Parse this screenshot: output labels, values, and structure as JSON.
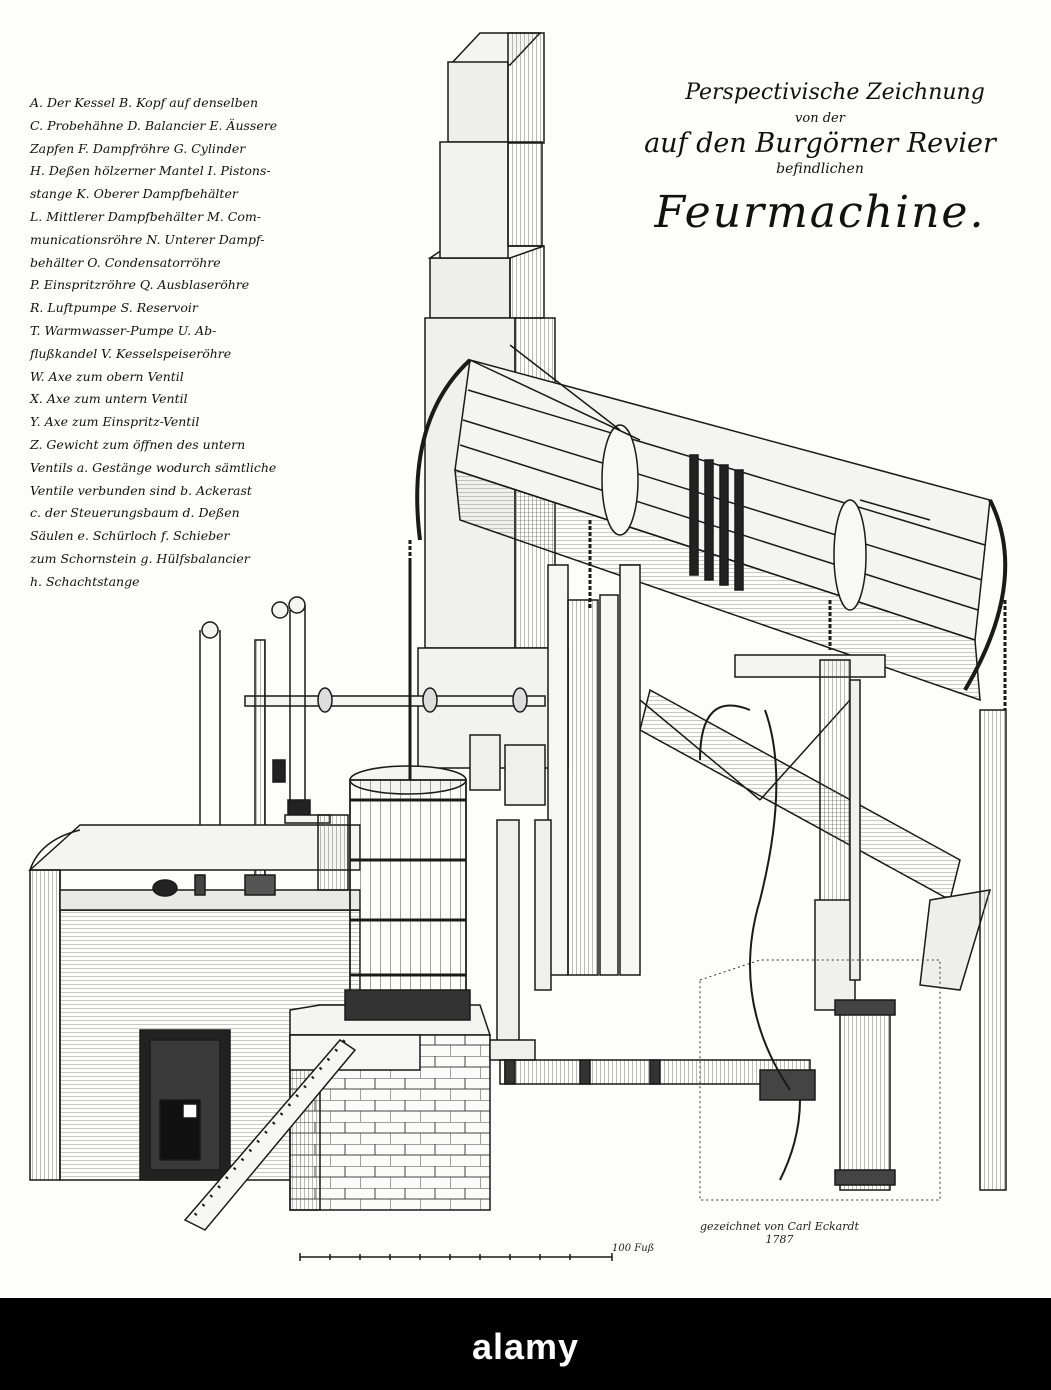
{
  "title": {
    "line1": "Perspectivische Zeichnung",
    "line2": "von der",
    "line3": "auf den Burgörner Revier",
    "line4": "befindlichen",
    "line5": "Feurmachine."
  },
  "legend": [
    "A. Der Kessel B. Kopf auf denselben",
    "C. Probehähne D. Balancier E. Äussere",
    "Zapfen F. Dampfröhre G. Cylinder",
    "H. Deßen hölzerner Mantel I. Pistons-",
    "stange K. Oberer Dampfbehälter",
    "L. Mittlerer Dampfbehälter M. Com-",
    "municationsröhre N. Unterer Dampf-",
    "behälter O. Condensatorröhre",
    "P. Einspritzröhre Q. Ausblaseröhre",
    "R. Luftpumpe S. Reservoir",
    "T. Warmwasser-Pumpe U. Ab-",
    "flußkandel V. Kesselspeiseröhre",
    "W. Axe zum obern Ventil",
    "X. Axe zum untern Ventil",
    "Y. Axe zum Einspritz-Ventil",
    "Z. Gewicht zum öffnen des untern",
    "Ventils a. Gestänge wodurch sämtliche",
    "Ventile verbunden sind b. Ackerast",
    "c. der Steuerungsbaum d. Deßen",
    "Säulen e. Schürloch f. Schieber",
    "zum Schornstein g. Hülfsbalancier",
    "h. Schachtstange"
  ],
  "signature": {
    "line1": "gezeichnet von Carl Eckardt",
    "line2": "1787"
  },
  "scale_label": "100 Fuß",
  "footer": {
    "watermark": "alamy"
  },
  "colors": {
    "ink": "#1a1a1a",
    "paper": "#fdfdfb",
    "footer_bg": "#000000"
  }
}
